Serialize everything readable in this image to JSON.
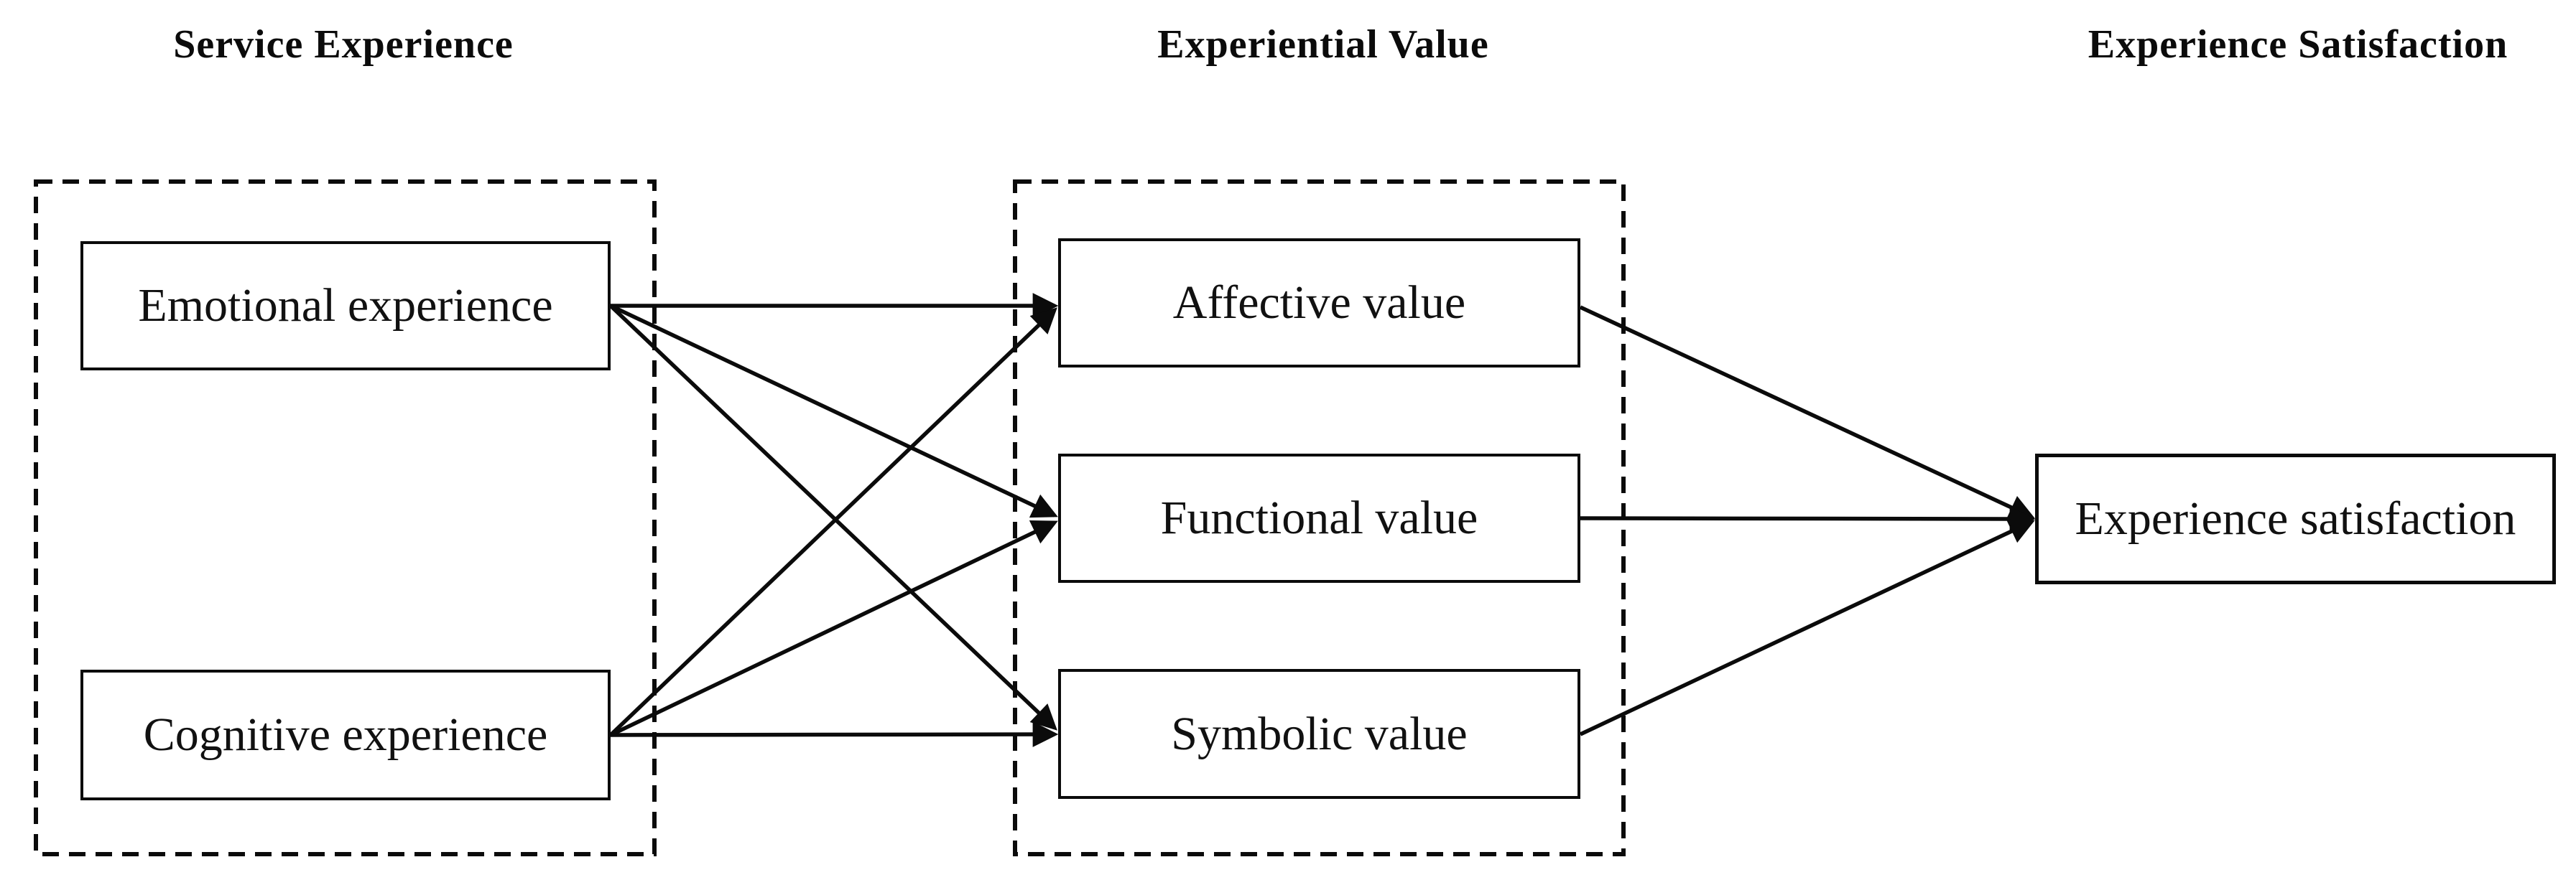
{
  "figure": {
    "columns": [
      {
        "header": "Service Experience",
        "boxes": [
          "Emotional experience",
          "Cognitive experience"
        ]
      },
      {
        "header": "Experiential Value",
        "boxes": [
          "Affective value",
          "Functional value",
          "Symbolic value"
        ]
      },
      {
        "header": "Experience Satisfaction",
        "boxes": [
          "Experience satisfaction"
        ]
      }
    ],
    "edges": [
      {
        "from": "Emotional experience",
        "to": "Affective value"
      },
      {
        "from": "Emotional experience",
        "to": "Functional value"
      },
      {
        "from": "Emotional experience",
        "to": "Symbolic value"
      },
      {
        "from": "Cognitive experience",
        "to": "Affective value"
      },
      {
        "from": "Cognitive experience",
        "to": "Functional value"
      },
      {
        "from": "Cognitive experience",
        "to": "Symbolic value"
      },
      {
        "from": "Affective value",
        "to": "Experience satisfaction"
      },
      {
        "from": "Functional value",
        "to": "Experience satisfaction"
      },
      {
        "from": "Symbolic value",
        "to": "Experience satisfaction"
      }
    ],
    "colors": {
      "stroke": "#0b0b0b",
      "background": "#ffffff",
      "text": "#0b0b0b"
    }
  }
}
